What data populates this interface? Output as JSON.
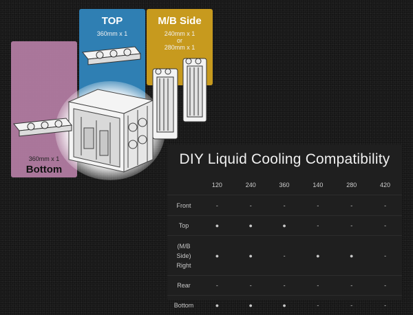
{
  "zones": {
    "top": {
      "title": "TOP",
      "sub": "360mm x 1"
    },
    "mb_side": {
      "title": "M/B Side",
      "sub_lines": [
        "240mm x 1",
        "or",
        "280mm x 1"
      ]
    },
    "bottom": {
      "title": "Bottom",
      "sub": "360mm x 1"
    }
  },
  "colors": {
    "top": "#2f7fb3",
    "mb_side": "#c79a1e",
    "bottom": "#b67fa6",
    "panel": "#1f1f1f"
  },
  "table": {
    "title": "DIY Liquid Cooling Compatibility",
    "columns": [
      "",
      "120",
      "240",
      "360",
      "140",
      "280",
      "420"
    ],
    "rows": [
      {
        "label": "Front",
        "cells": [
          "-",
          "-",
          "-",
          "-",
          "-",
          "-"
        ]
      },
      {
        "label": "Top",
        "cells": [
          "●",
          "●",
          "●",
          "-",
          "-",
          "-"
        ]
      },
      {
        "label_lines": [
          "(M/B",
          "Side)",
          "Right"
        ],
        "cells": [
          "●",
          "●",
          "-",
          "●",
          "●",
          "-"
        ]
      },
      {
        "label": "Rear",
        "cells": [
          "-",
          "-",
          "-",
          "-",
          "-",
          "-"
        ]
      },
      {
        "label": "Bottom",
        "cells": [
          "●",
          "●",
          "●",
          "-",
          "-",
          "-"
        ]
      }
    ]
  }
}
